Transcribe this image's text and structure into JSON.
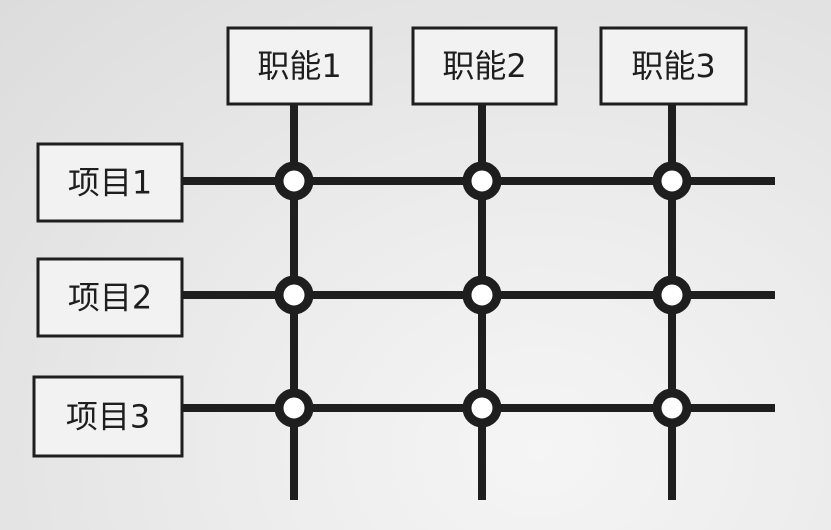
{
  "functions": [
    {
      "label": "职能1"
    },
    {
      "label": "职能2"
    },
    {
      "label": "职能3"
    }
  ],
  "projects": [
    {
      "label": "项目1"
    },
    {
      "label": "项目2"
    },
    {
      "label": "项目3"
    }
  ],
  "colors": {
    "ink": "#1e1e1e",
    "box_fill": "#f2f2f2",
    "node_fill": "#ffffff"
  }
}
